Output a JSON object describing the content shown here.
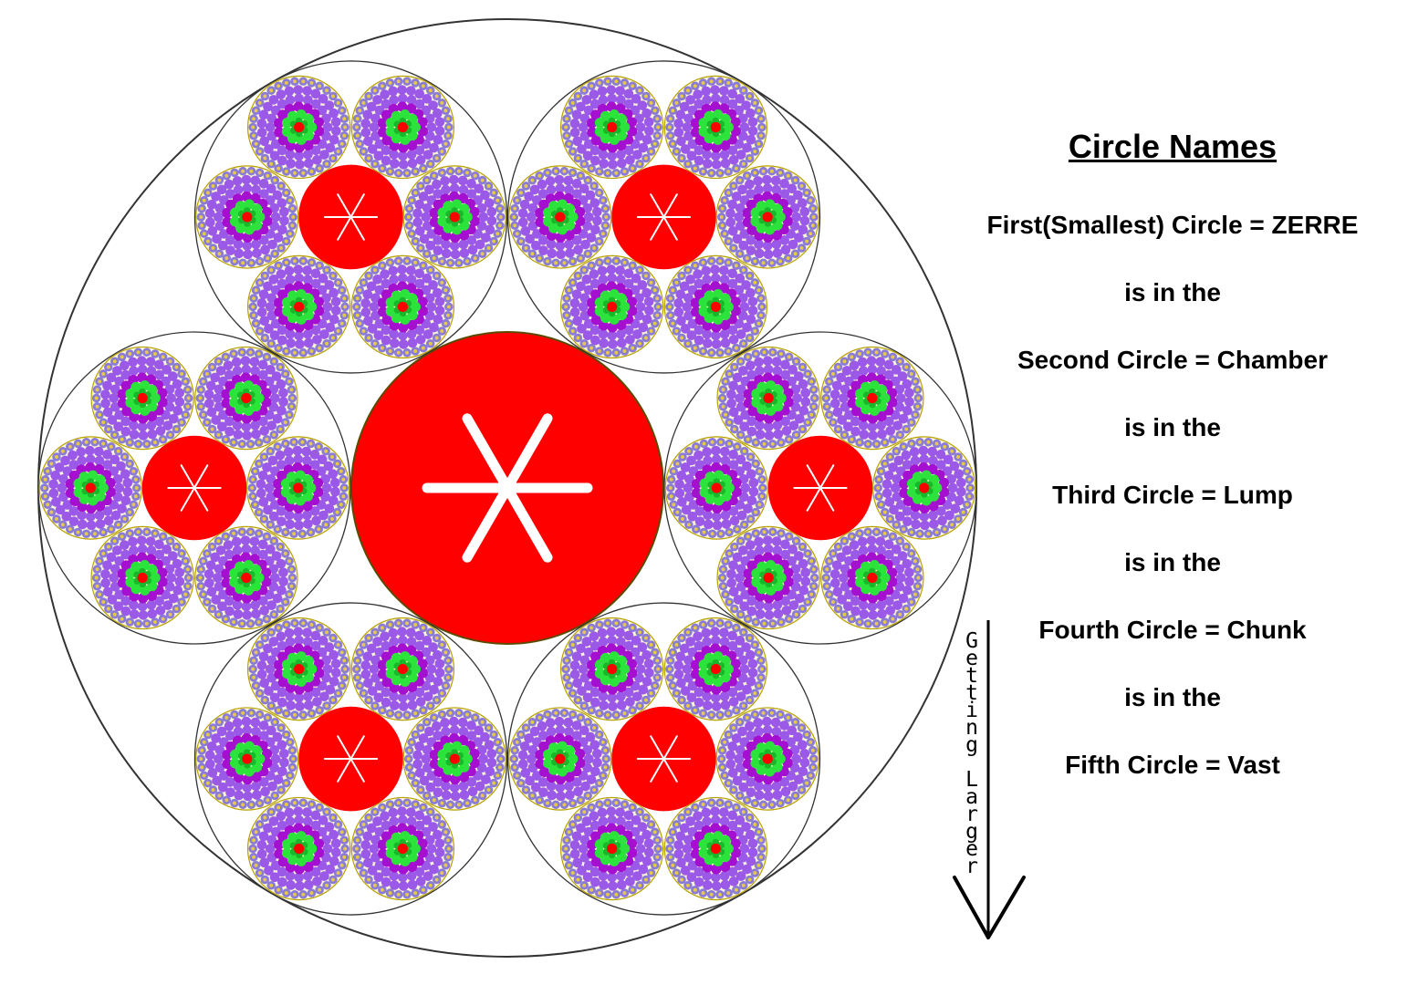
{
  "legend": {
    "title": "Circle Names",
    "lines": [
      "First(Smallest) Circle = ZERRE",
      "is in the",
      "Second Circle = Chamber",
      "is in the",
      "Third Circle = Lump",
      "is in the",
      "Fourth Circle = Chunk",
      "is in the",
      "Fifth Circle  = Vast"
    ]
  },
  "arrow": {
    "label": "Getting Larger"
  },
  "colors": {
    "center_red": "#ff0000",
    "asterisk": "#ffffff",
    "outline": "#333333",
    "gold_outline": "#b8a000",
    "outer_ring": "#8a7bd6",
    "violet": "#9b59e8",
    "purple": "#a40fd0",
    "green": "#2be33b",
    "red_dot": "#ff0000"
  }
}
